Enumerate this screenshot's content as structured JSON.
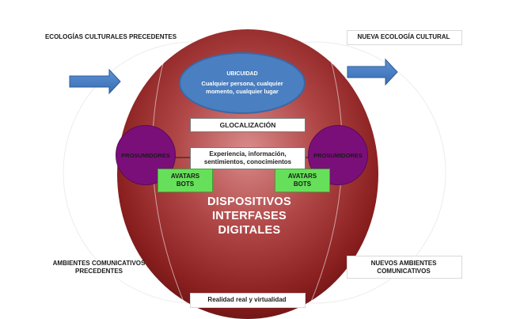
{
  "diagram": {
    "top_left_label": "ECOLOGÍAS CULTURALES PRECEDENTES",
    "top_right_label": "NUEVA ECOLOGÍA CULTURAL",
    "bottom_left_label": [
      "AMBIENTES COMUNICATIVOS",
      "PRECEDENTES"
    ],
    "bottom_right_label": [
      "NUEVOS AMBIENTES",
      "COMUNICATIVOS"
    ],
    "bottom_center_label": "Realidad real y virtualidad",
    "ubiquity": {
      "title": "UBICUIDAD",
      "lines": [
        "Cualquier persona, cualquier",
        "momento, cualquier lugar"
      ]
    },
    "glocalization": "GLOCALIZACIÓN",
    "experience_lines": [
      "Experiencia, información,",
      "sentimientos, conocimientos"
    ],
    "prosumer_left": "PROSUMIDORES",
    "prosumer_right": "PROSUMIDORES",
    "avatar_left": [
      "AVATARS",
      "BOTS"
    ],
    "avatar_right": [
      "AVATARS",
      "BOTS"
    ],
    "devices": [
      "DISPOSITIVOS",
      "INTERFASES",
      "DIGITALES"
    ],
    "colors": {
      "sphere": "#8b1f1f",
      "sphere_highlight": "#c86a6a",
      "ubiquity_fill": "#4a7fc1",
      "prosumer_fill": "#7a0f7a",
      "avatar_fill": "#66e05a",
      "arrow_fill": "#4a7fc1"
    }
  }
}
